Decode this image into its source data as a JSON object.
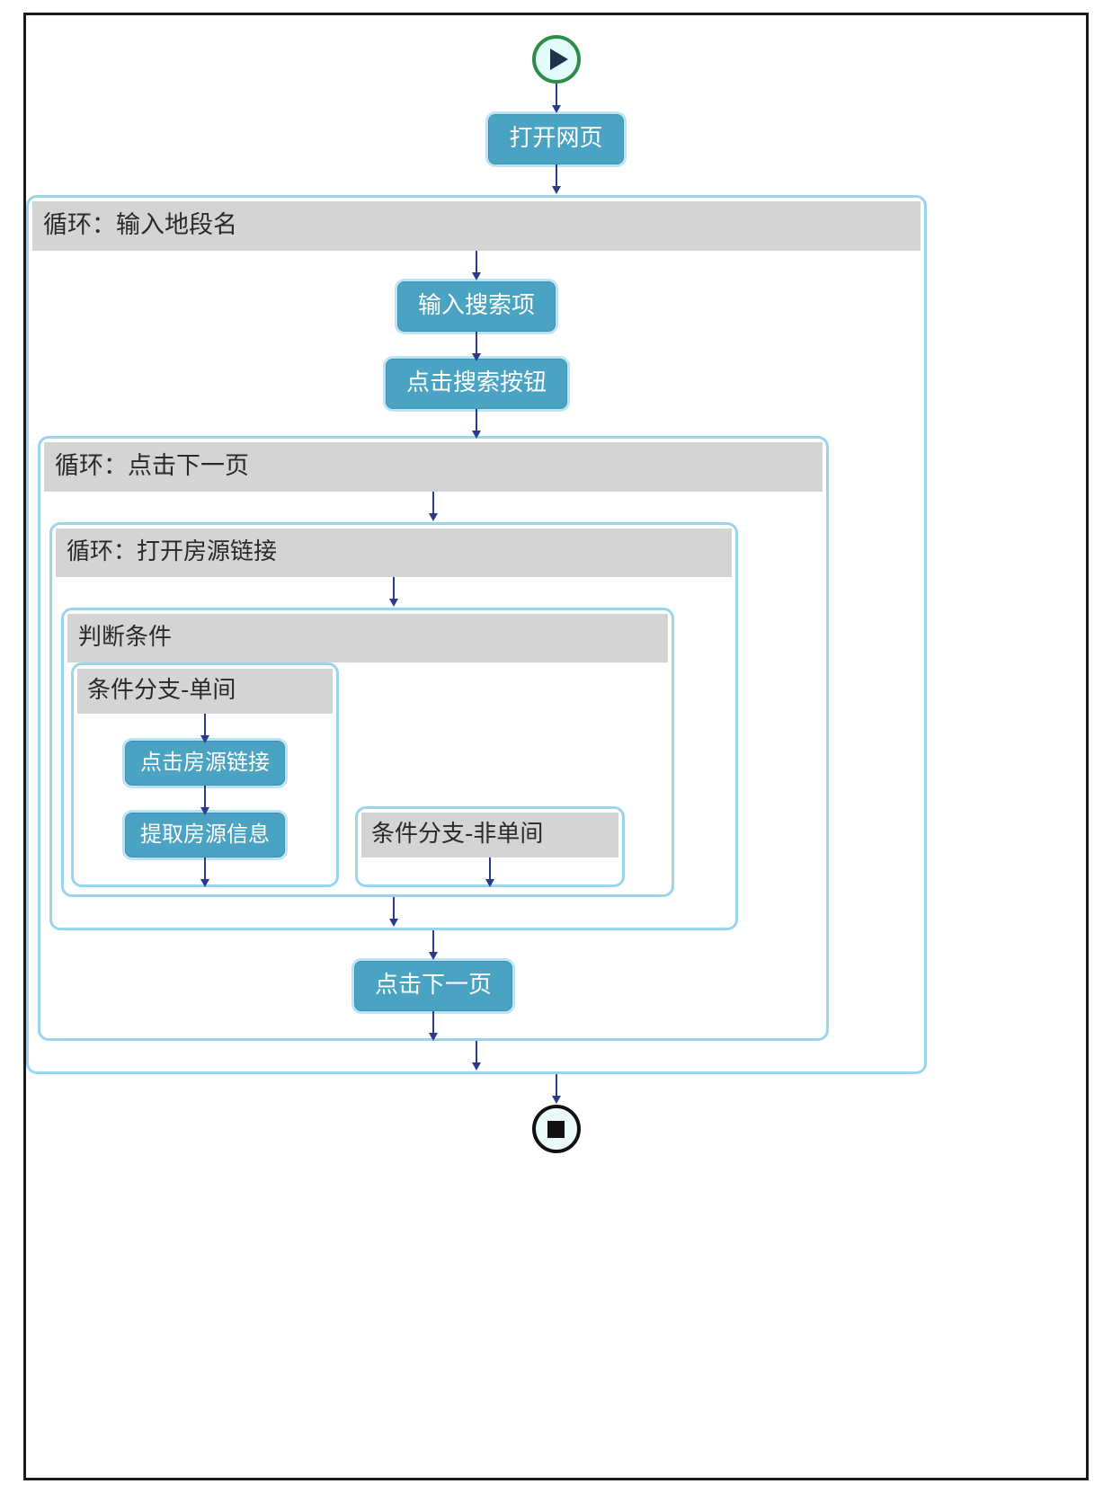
{
  "diagram": {
    "title": "RPA Flowchart",
    "start_node": {
      "name": "start",
      "icon": "play-icon"
    },
    "end_node": {
      "name": "end",
      "icon": "stop-icon"
    },
    "nodes": {
      "open_page": "打开网页",
      "input_search": "输入搜索项",
      "click_search": "点击搜索按钮",
      "click_listing": "点击房源链接",
      "extract_info": "提取房源信息",
      "click_next": "点击下一页"
    },
    "loops": {
      "loop_district": "循环：输入地段名",
      "loop_next_page": "循环：点击下一页",
      "loop_open_listing": "循环：打开房源链接"
    },
    "condition": {
      "header": "判断条件",
      "branch_single": "条件分支-单间",
      "branch_not_single": "条件分支-非单间"
    },
    "colors": {
      "node_fill": "#4ba3c3",
      "node_glow": "#87ceeb",
      "block_border": "#9ad5ef",
      "block_header": "#d4d4d4",
      "start_ring": "#2e8b49",
      "end_ring": "#111111",
      "arrow": "#2b3a8f",
      "frame": "#1a1a1a"
    }
  }
}
